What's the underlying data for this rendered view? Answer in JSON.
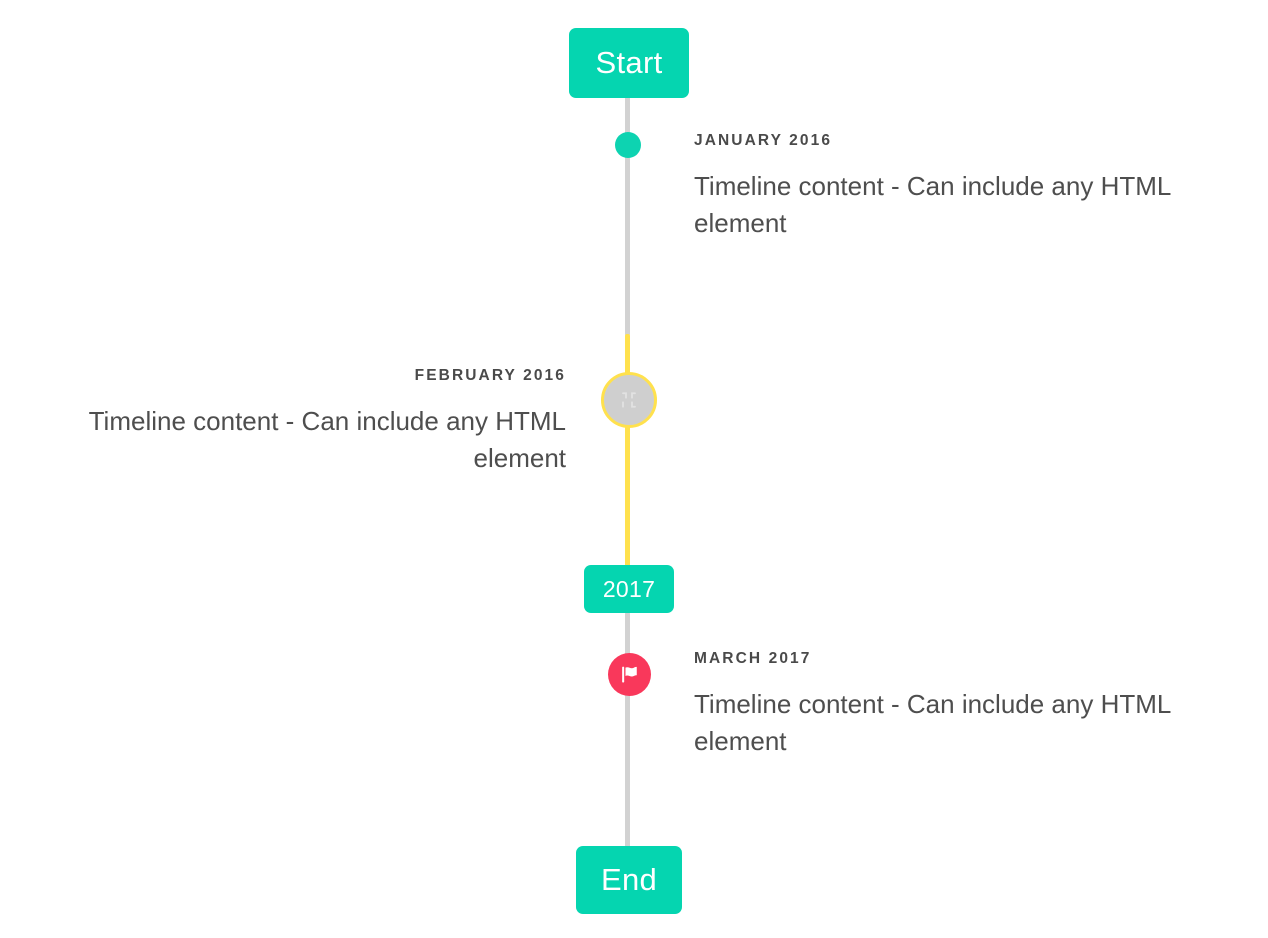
{
  "timeline": {
    "caps": {
      "start_label": "Start",
      "middle_label": "2017",
      "end_label": "End"
    },
    "colors": {
      "accent_teal": "#05d5b0",
      "line_gray": "#d2d2d2",
      "line_yellow": "#ffe14d",
      "marker_pink": "#f9385b",
      "marker_gray": "#cfcfcf",
      "date_text": "#4a4a4a",
      "body_text": "#4e4e4e"
    },
    "entries": [
      {
        "date": "January 2016",
        "body": "Timeline content - Can include any HTML element",
        "side": "right",
        "marker": "dot-icon",
        "marker_color": "#0dd3b1"
      },
      {
        "date": "February 2016",
        "body": "Timeline content - Can include any HTML element",
        "side": "left",
        "marker": "broken-image-icon",
        "marker_color": "#cfcfcf",
        "marker_ring_color": "#ffe14d"
      },
      {
        "date": "March 2017",
        "body": "Timeline content - Can include any HTML element",
        "side": "right",
        "marker": "flag-icon",
        "marker_color": "#f9385b"
      }
    ]
  }
}
